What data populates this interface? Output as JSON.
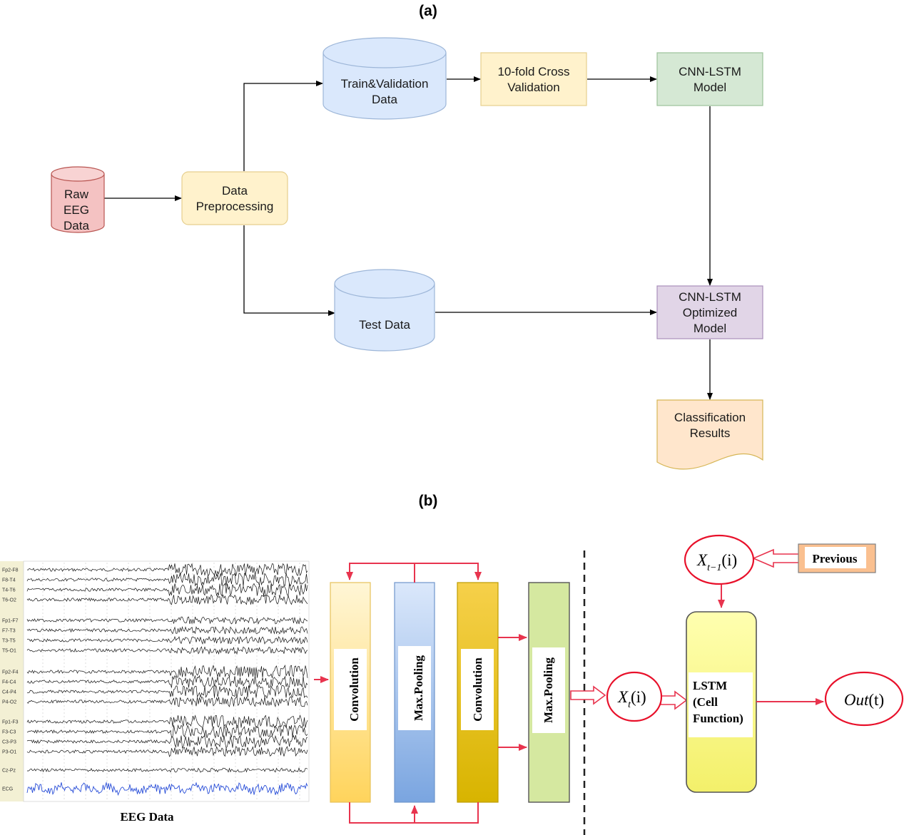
{
  "panel_a": {
    "label": "(a)",
    "raw_eeg": [
      "Raw",
      "EEG",
      "Data"
    ],
    "preprocessing": [
      "Data",
      "Preprocessing"
    ],
    "train_validation": [
      "Train&Validation",
      "Data"
    ],
    "cross_validation": [
      "10-fold Cross",
      "Validation"
    ],
    "cnn_lstm_model": [
      "CNN-LSTM",
      "Model"
    ],
    "test_data": [
      "Test Data"
    ],
    "optimized_model": [
      "CNN-LSTM",
      "Optimized",
      "Model"
    ],
    "classification_results": [
      "Classification",
      "Results"
    ]
  },
  "panel_b": {
    "label": "(b)",
    "eeg_caption": "EEG Data",
    "channels": [
      "Fp2-F8",
      "F8-T4",
      "T4-T6",
      "T6-O2",
      "Fp1-F7",
      "F7-T3",
      "T3-T5",
      "T5-O1",
      "Fp2-F4",
      "F4-C4",
      "C4-P4",
      "P4-O2",
      "Fp1-F3",
      "F3-C3",
      "C3-P3",
      "P3-O1",
      "Cz-Pz",
      "ECG"
    ],
    "layer_1": "Convolution",
    "layer_2": "Max.Pooling",
    "layer_3": "Convolution",
    "layer_4": "Max.Pooling",
    "lstm_text": [
      "LSTM",
      "(Cell",
      "Function)"
    ],
    "previous": "Previous",
    "x_prev": {
      "base": "X",
      "sub": "t−1",
      "arg": "(i)"
    },
    "x_t": {
      "base": "X",
      "sub": "t",
      "arg": "(i)"
    },
    "out": {
      "base": "Out",
      "arg": "(t)"
    }
  },
  "colors": {
    "raw_eeg": "#f4c2c2",
    "preprocessing": "#fff2cc",
    "data_store": "#dae8fc",
    "cross_validation": "#fff2cc",
    "cnn_lstm_model": "#d5e8d4",
    "optimized_model": "#e1d5e7",
    "classification_results": "#ffe6cc",
    "red_arrow": "#e8344e",
    "lstm_fill": "#ffff88",
    "previous_fill": "#fac090"
  }
}
